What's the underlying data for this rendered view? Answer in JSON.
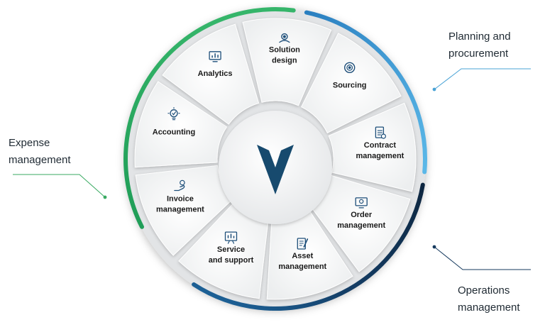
{
  "diagram": {
    "center_logo": "v-logo-icon",
    "colors": {
      "expense": "#2bab5e",
      "planning": "#3fa2d9",
      "operations": "#0f2c4d",
      "icon": "#1e4f7a",
      "logo": "#174a6e"
    },
    "segments": [
      {
        "lines": [
          "Solution",
          "design"
        ],
        "icon": "gear-users-icon"
      },
      {
        "lines": [
          "Sourcing"
        ],
        "icon": "target-icon"
      },
      {
        "lines": [
          "Contract",
          "management"
        ],
        "icon": "document-icon"
      },
      {
        "lines": [
          "Order",
          "management"
        ],
        "icon": "monitor-gear-icon"
      },
      {
        "lines": [
          "Asset",
          "management"
        ],
        "icon": "clipboard-pen-icon"
      },
      {
        "lines": [
          "Service",
          "and support"
        ],
        "icon": "board-chart-icon"
      },
      {
        "lines": [
          "Invoice",
          "management"
        ],
        "icon": "hand-coin-icon"
      },
      {
        "lines": [
          "Accounting"
        ],
        "icon": "lightbulb-check-icon"
      },
      {
        "lines": [
          "Analytics"
        ],
        "icon": "monitor-chart-icon"
      }
    ],
    "groups": {
      "planning": {
        "line1": "Planning and",
        "line2": "procurement"
      },
      "expense": {
        "line1": "Expense",
        "line2": "management"
      },
      "operations": {
        "line1": "Operations",
        "line2": "management"
      }
    }
  }
}
